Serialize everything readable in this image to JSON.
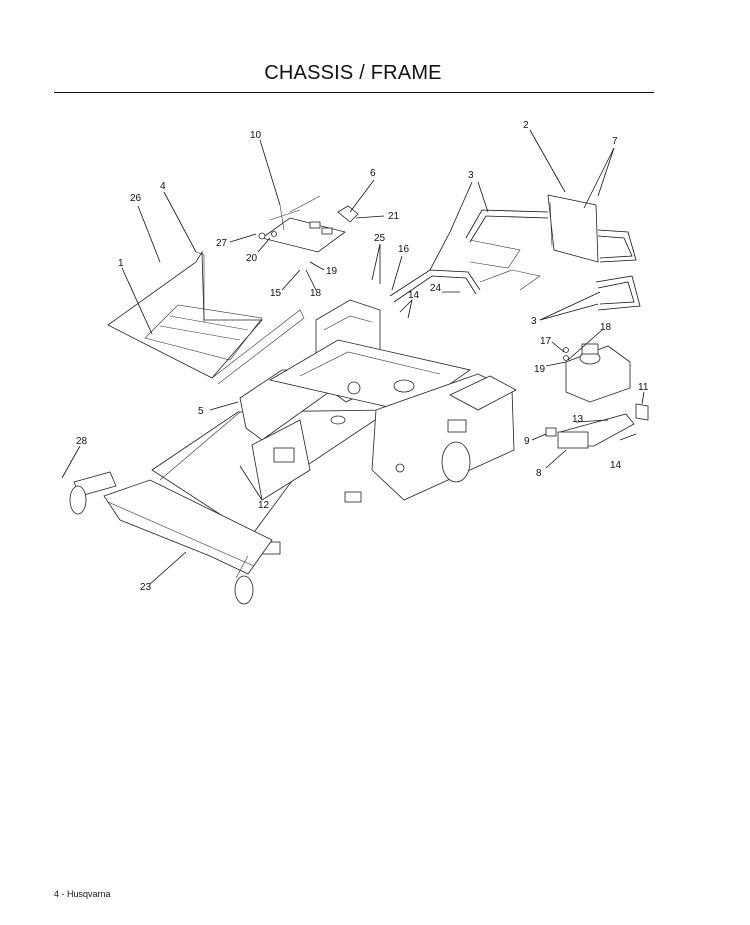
{
  "page": {
    "title": "CHASSIS / FRAME",
    "footer": "4 - Husqvarna"
  },
  "callouts": [
    "1",
    "2",
    "3",
    "3",
    "4",
    "5",
    "6",
    "7",
    "8",
    "9",
    "10",
    "11",
    "12",
    "13",
    "14",
    "14",
    "15",
    "16",
    "17",
    "18",
    "18",
    "19",
    "19",
    "20",
    "21",
    "23",
    "24",
    "25",
    "26",
    "27",
    "28"
  ]
}
